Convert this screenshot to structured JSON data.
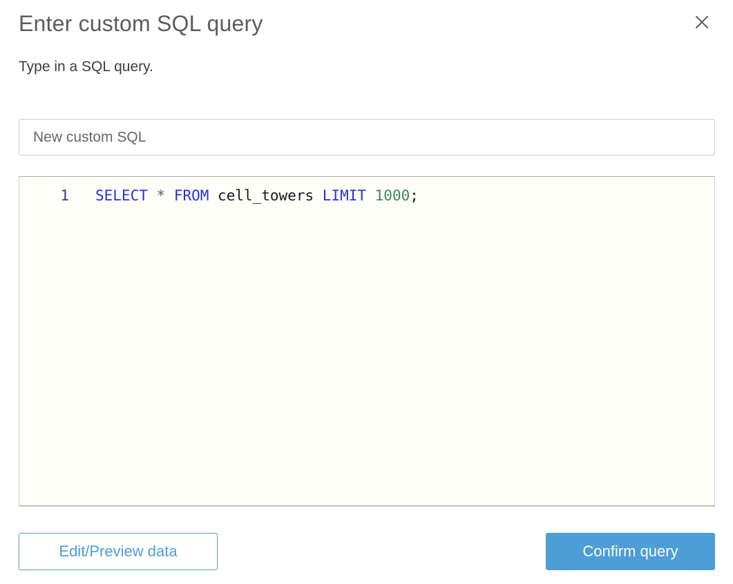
{
  "modal": {
    "title": "Enter custom SQL query",
    "subtitle": "Type in a SQL query."
  },
  "query_name": {
    "value": "New custom SQL"
  },
  "editor": {
    "lines": [
      {
        "number": "1",
        "tokens": [
          {
            "text": "SELECT",
            "type": "keyword"
          },
          {
            "text": " ",
            "type": "plain"
          },
          {
            "text": "*",
            "type": "operator"
          },
          {
            "text": " ",
            "type": "plain"
          },
          {
            "text": "FROM",
            "type": "keyword"
          },
          {
            "text": " cell_towers ",
            "type": "plain"
          },
          {
            "text": "LIMIT",
            "type": "keyword"
          },
          {
            "text": " ",
            "type": "plain"
          },
          {
            "text": "1000",
            "type": "number"
          },
          {
            "text": ";",
            "type": "plain"
          }
        ]
      }
    ]
  },
  "footer": {
    "edit_preview_label": "Edit/Preview data",
    "confirm_label": "Confirm query"
  },
  "colors": {
    "accent_blue": "#4d9dd6",
    "keyword_blue": "#2434d8",
    "operator_gray": "#5b6470",
    "number_green": "#3f8757",
    "code_text": "#16191f",
    "editor_background": "#fffef8",
    "line_number_navy": "#2f3c6e",
    "title_gray": "#5c5c5c"
  }
}
